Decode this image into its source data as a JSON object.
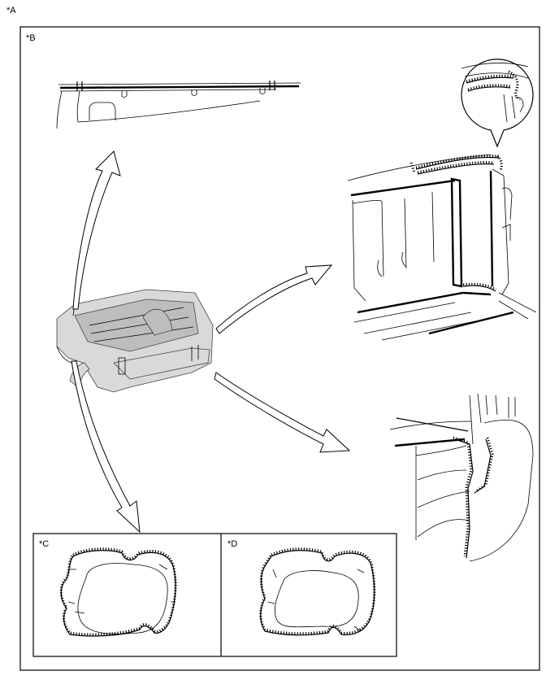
{
  "labels": {
    "a": "*A",
    "b": "*B",
    "c": "*C",
    "d": "*D"
  }
}
